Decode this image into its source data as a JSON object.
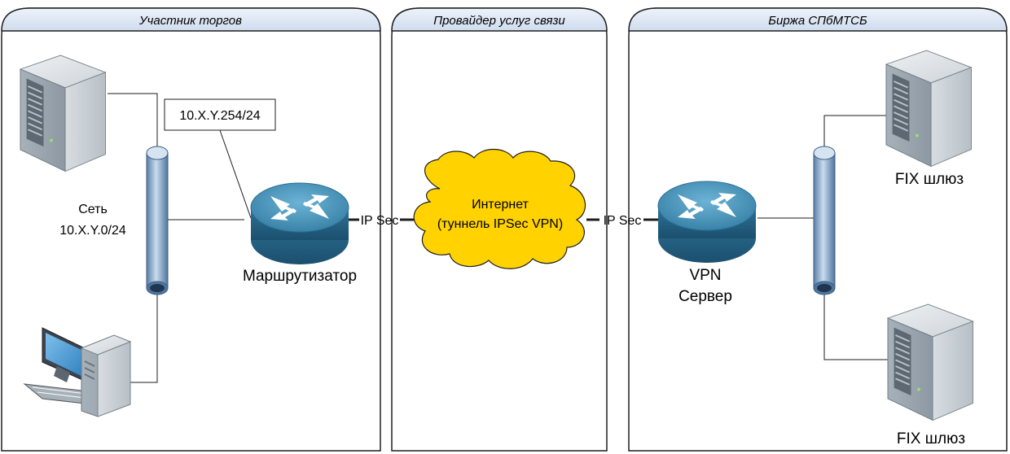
{
  "zones": {
    "participant": "Участник торгов",
    "provider": "Провайдер услуг связи",
    "exchange": "Биржа СПбМТСБ"
  },
  "labels": {
    "subnet_line1": "Сеть",
    "subnet_line2": "10.X.Y.0/24",
    "router_ip": "10.X.Y.254/24",
    "router": "Маршрутизатор",
    "ipsec_left": "IP Sec",
    "ipsec_right": "IP Sec",
    "internet_line1": "Интернет",
    "internet_line2": "(туннель IPSec VPN)",
    "vpn_line1": "VPN",
    "vpn_line2": "Сервер",
    "fix_gw_top": "FIX шлюз",
    "fix_gw_bottom": "FIX шлюз"
  },
  "colors": {
    "header_fill": "#dde7f4",
    "router_fill": "#3a83a8",
    "cloud_fill": "#ffd200",
    "bus_fill": "#a9c4de",
    "server_fill": "#8e9aa4"
  }
}
